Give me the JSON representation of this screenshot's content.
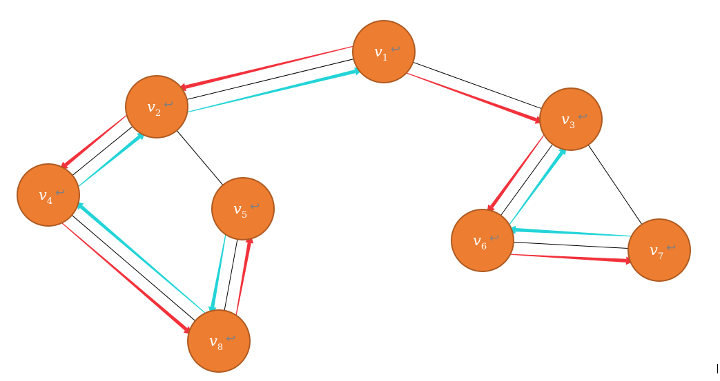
{
  "colors": {
    "node_fill": "#ED7D31",
    "node_stroke": "#AE5A21",
    "edge": "#000000",
    "forward_arrow": "#F2313B",
    "backward_arrow": "#22D4D8"
  },
  "nodes": [
    {
      "id": "v1",
      "base": "v",
      "sub": "1",
      "mark": "↩"
    },
    {
      "id": "v2",
      "base": "v",
      "sub": "2",
      "mark": "↩"
    },
    {
      "id": "v3",
      "base": "v",
      "sub": "3",
      "mark": "↩"
    },
    {
      "id": "v4",
      "base": "v",
      "sub": "4",
      "mark": "↩"
    },
    {
      "id": "v5",
      "base": "v",
      "sub": "5",
      "mark": "↩"
    },
    {
      "id": "v6",
      "base": "v",
      "sub": "6",
      "mark": "↩"
    },
    {
      "id": "v7",
      "base": "v",
      "sub": "7",
      "mark": "↩"
    },
    {
      "id": "v8",
      "base": "v",
      "sub": "8",
      "mark": "↩"
    }
  ],
  "edges": [
    {
      "from": "v1",
      "to": "v2"
    },
    {
      "from": "v1",
      "to": "v3"
    },
    {
      "from": "v2",
      "to": "v4"
    },
    {
      "from": "v2",
      "to": "v5"
    },
    {
      "from": "v4",
      "to": "v8"
    },
    {
      "from": "v5",
      "to": "v8"
    },
    {
      "from": "v3",
      "to": "v6"
    },
    {
      "from": "v3",
      "to": "v7"
    },
    {
      "from": "v6",
      "to": "v7"
    }
  ],
  "traversal_arrows": [
    {
      "from": "v1",
      "to": "v2",
      "kind": "forward"
    },
    {
      "from": "v2",
      "to": "v1",
      "kind": "backward"
    },
    {
      "from": "v1",
      "to": "v3",
      "kind": "forward"
    },
    {
      "from": "v2",
      "to": "v4",
      "kind": "forward"
    },
    {
      "from": "v4",
      "to": "v2",
      "kind": "backward"
    },
    {
      "from": "v4",
      "to": "v8",
      "kind": "forward"
    },
    {
      "from": "v8",
      "to": "v4",
      "kind": "backward"
    },
    {
      "from": "v8",
      "to": "v5",
      "kind": "forward"
    },
    {
      "from": "v5",
      "to": "v8",
      "kind": "backward"
    },
    {
      "from": "v3",
      "to": "v6",
      "kind": "forward"
    },
    {
      "from": "v6",
      "to": "v3",
      "kind": "backward"
    },
    {
      "from": "v6",
      "to": "v7",
      "kind": "forward"
    },
    {
      "from": "v7",
      "to": "v6",
      "kind": "backward"
    }
  ]
}
